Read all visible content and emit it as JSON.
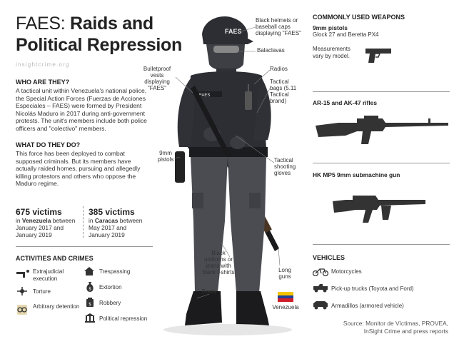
{
  "title": {
    "part1": "FAES:",
    "part2": "Raids and",
    "part3": "Political Repression"
  },
  "brand": "insightcrime.org",
  "who": {
    "heading": "WHO ARE THEY?",
    "text": "A tactical unit within Venezuela's national police, the Special Action Forces (Fuerzas de Acciones Especiales – FAES) were formed by President Nicolás Maduro in 2017 during anti-government protests. The unit's members include both police officers and \"colectivo\" members."
  },
  "what": {
    "heading": "WHAT DO THEY DO?",
    "text": "This force has been deployed to combat supposed criminals. But its members have actually raided homes, pursuing and allegedly killing protestors and others who oppose the Maduro regime."
  },
  "stats": [
    {
      "number": "675 victims",
      "pre": "in ",
      "place": "Venezuela",
      "post": " between",
      "line2": "January 2017 and",
      "line3": "January 2019"
    },
    {
      "number": "385 victims",
      "pre": "in ",
      "place": "Caracas",
      "post": " between",
      "line2": "May 2017 and",
      "line3": "January 2019"
    }
  ],
  "activities": {
    "heading": "ACTIVITIES AND CRIMES",
    "left": [
      "Extrajudicial execution",
      "Torture",
      "Arbitrary detention"
    ],
    "right": [
      "Trespassing",
      "Extortion",
      "Robbery",
      "Political repression"
    ]
  },
  "callouts": {
    "helmets": "Black helmets or baseball caps displaying \"FAES\"",
    "balaclavas": "Balaclavas",
    "radios": "Radios",
    "tactical_bags": "Tactical bags (5.11 Tactical brand)",
    "vests": "Bulletproof vests displaying \"FAES\"",
    "pistols": "9mm pistols",
    "gloves": "Tactical shooting gloves",
    "uniforms": "Black uniforms or jeans with black t-shirts",
    "long_guns": "Long guns",
    "boots": "Boots",
    "venezuela": "Venezuela",
    "helmet_text": "FAES",
    "vest_text": "FAES"
  },
  "weapons": {
    "heading": "COMMONLY USED WEAPONS",
    "pistols_name": "9mm pistols",
    "pistols_desc": "Glock 27 and Beretta PX4",
    "measure_note": "Measurements vary by model.",
    "rifles_name": "AR-15 and AK-47 rifles",
    "smg_name": "HK MP5 9mm submachine gun"
  },
  "vehicles": {
    "heading": "VEHICLES",
    "items": [
      "Motorcycles",
      "Pick-up trucks (Toyota and Ford)",
      "Armadillos (armored vehicle)"
    ]
  },
  "source": {
    "line1": "Source: Monitor de Víctimas, PROVEA,",
    "line2": "InSight Crime and press reports"
  },
  "colors": {
    "text": "#222222",
    "brand": "#b9b9b9",
    "gear": "#2c2e33",
    "flag_yellow": "#f4c400",
    "flag_blue": "#1f3f9a",
    "flag_red": "#cf1f2a"
  }
}
